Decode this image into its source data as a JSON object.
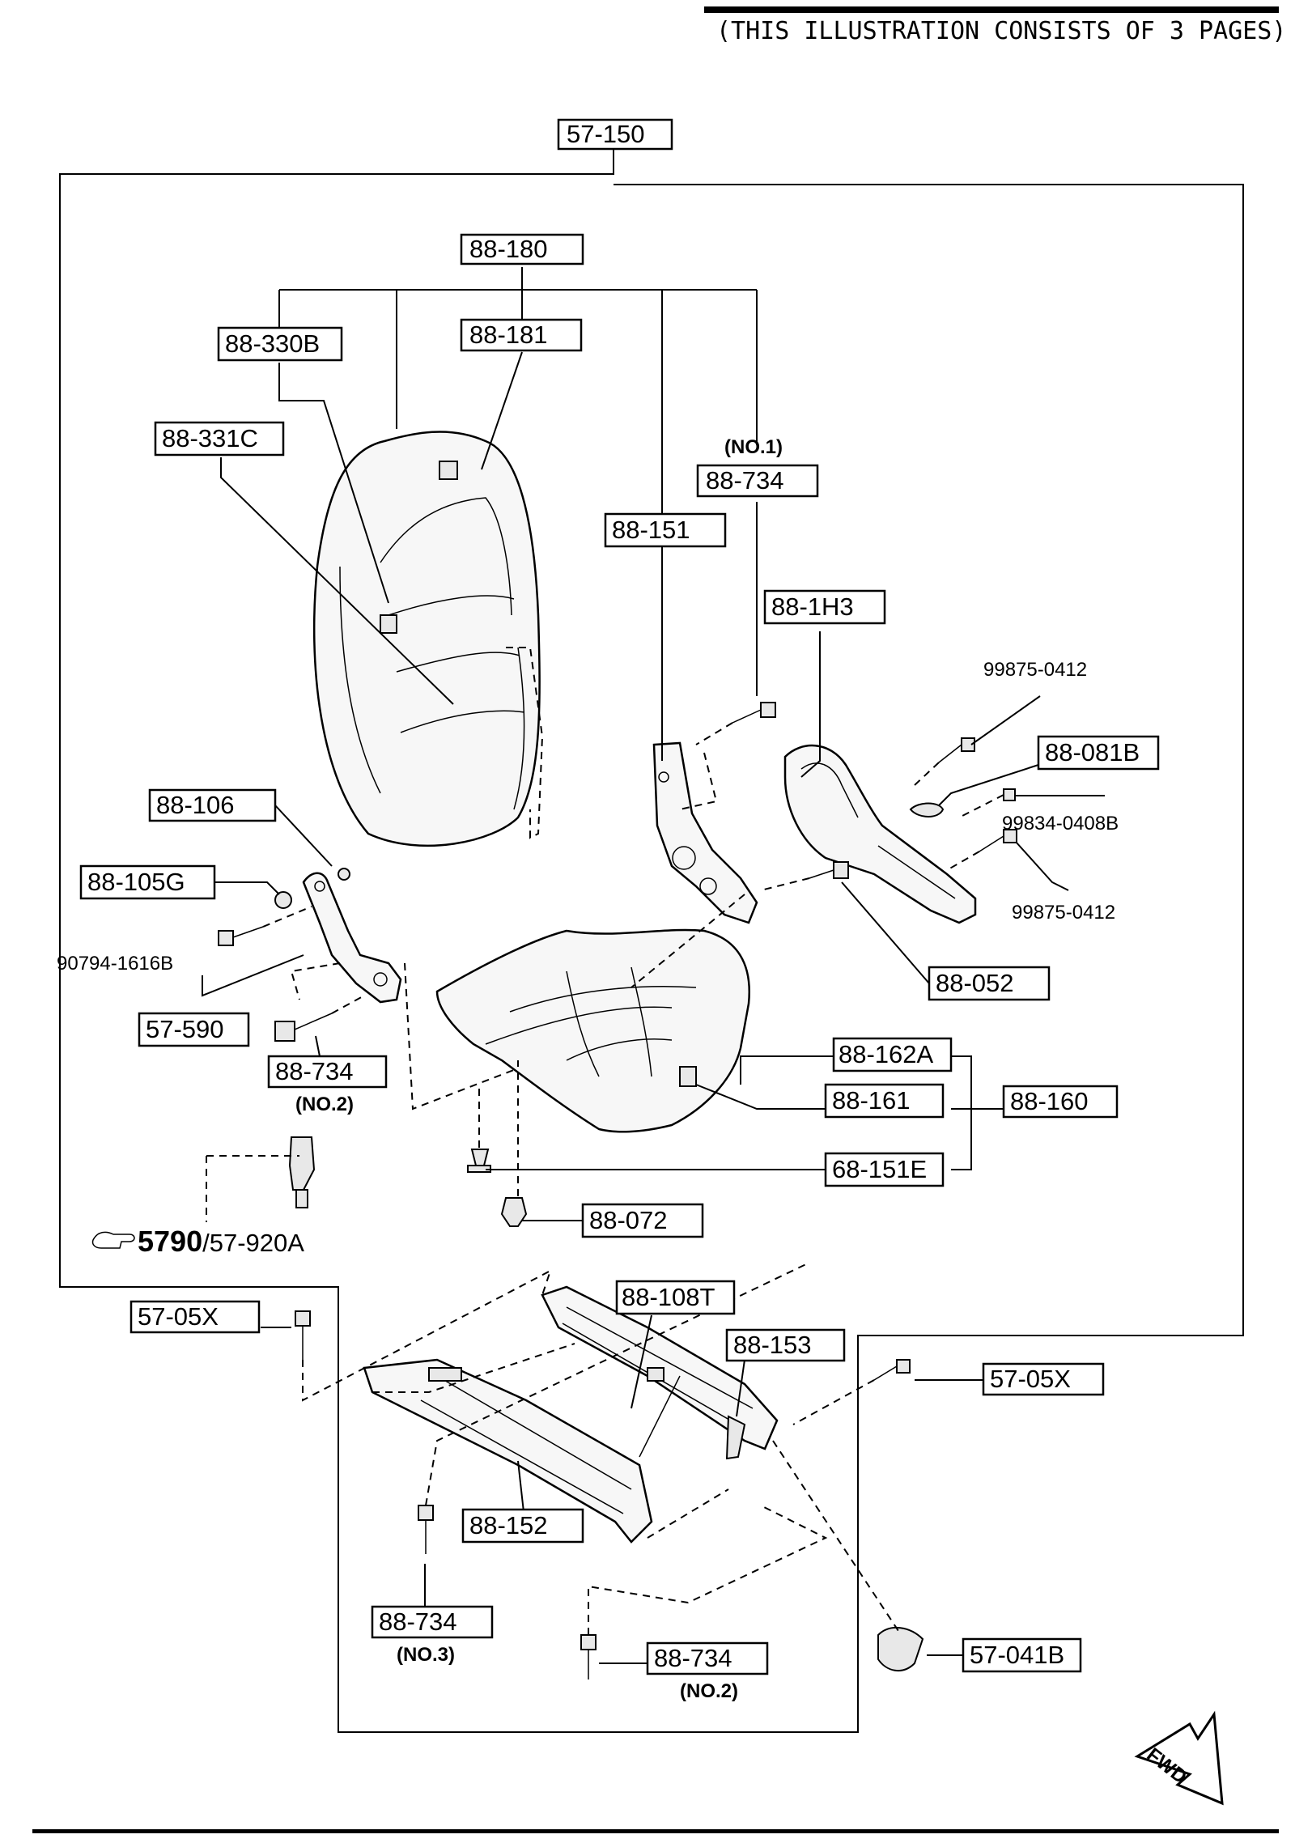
{
  "header": {
    "note": "(THIS ILLUSTRATION CONSISTS OF  3 PAGES)"
  },
  "labels": {
    "assembly": "57-150",
    "back_frame": "88-180",
    "back_trim": "88-181",
    "back_cover": "88-330B",
    "back_clip": "88-331C",
    "recliner_bolt_no1": "88-734",
    "recliner_bolt_no1_note": "(NO.1)",
    "hinge_frame": "88-151",
    "recliner_cover": "88-1H3",
    "screw_top": "99875-0412",
    "knob": "88-081B",
    "screw_mid": "99834-0408B",
    "screw_bottom": "99875-0412",
    "pin": "88-106",
    "bracket_bushing": "88-105G",
    "bolt_left": "90794-1616B",
    "side_bracket": "57-590",
    "bolt_no2_left": "88-734",
    "bolt_no2_left_note": "(NO.2)",
    "spacer": "88-052",
    "cushion_pad": "88-162A",
    "cushion_trim": "88-161",
    "cushion_assy": "88-160",
    "fastener": "68-151E",
    "clip": "88-072",
    "buckle_ref_bold": "5790",
    "buckle_ref_rest": "/57-920A",
    "rail_bolt_left": "57-05X",
    "rail_right": "88-108T",
    "lever": "88-153",
    "rail_bolt_right": "57-05X",
    "rail_left": "88-152",
    "rail_bolt_no3": "88-734",
    "rail_bolt_no3_note": "(NO.3)",
    "rail_bolt_no2": "88-734",
    "rail_bolt_no2_note": "(NO.2)",
    "end_cap": "57-041B",
    "fwd": "FWD"
  },
  "icons": {
    "reference": "pointing-hand-icon",
    "direction": "fwd-arrow-icon"
  }
}
